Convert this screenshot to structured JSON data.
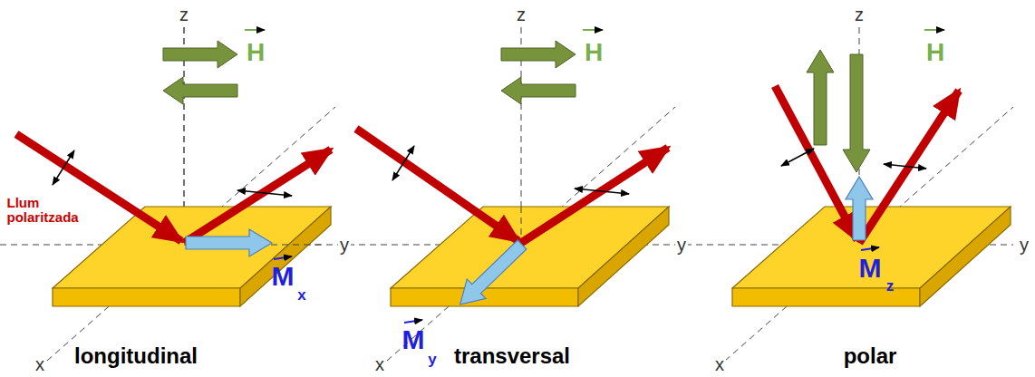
{
  "diagram": {
    "labels": [
      "z",
      "H",
      "Llum polaritzada",
      "y",
      "M",
      "x",
      "x",
      "longitudinal",
      "z",
      "H",
      "y",
      "M",
      "y",
      "x",
      "transversal",
      "z",
      "H",
      "y",
      "M",
      "z",
      "x",
      "polar"
    ]
  }
}
